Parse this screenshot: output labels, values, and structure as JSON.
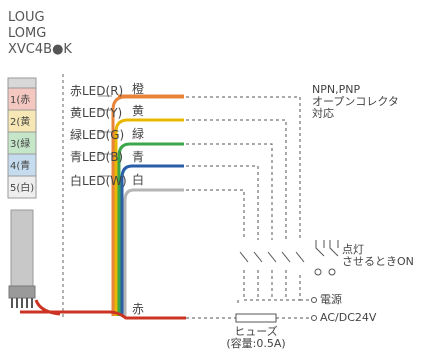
{
  "models": [
    "LOUG",
    "LOMG",
    "XVC4B●K"
  ],
  "tiers": [
    {
      "label": "1(赤",
      "color": "#f4c7c0"
    },
    {
      "label": "2(黄",
      "color": "#f6e7b4"
    },
    {
      "label": "3(緑",
      "color": "#c6e6c9"
    },
    {
      "label": "4(青",
      "color": "#c5dcee"
    },
    {
      "label": "5(白)",
      "color": "#eeeeee"
    }
  ],
  "led_labels": [
    "赤LED(R)",
    "黄LED(Y)",
    "緑LED(G)",
    "青LED(B)",
    "白LED(W)"
  ],
  "wires": [
    {
      "label": "橙",
      "color": "#e8843a"
    },
    {
      "label": "黄",
      "color": "#e8b800"
    },
    {
      "label": "緑",
      "color": "#3aa84a"
    },
    {
      "label": "青",
      "color": "#2a5fa8"
    },
    {
      "label": "白",
      "color": "#b0b0b0"
    }
  ],
  "common_wire": {
    "label": "赤",
    "color": "#cc3322"
  },
  "notes": {
    "npn_line1": "NPN,PNP",
    "npn_line2": "オープンコレクタ",
    "npn_line3": "対応",
    "switch_line1": "点灯",
    "switch_line2": "させるときON",
    "power": "電源",
    "supply": "AC/DC24V",
    "fuse_line1": "ヒューズ",
    "fuse_line2": "(容量:0.5A)"
  }
}
